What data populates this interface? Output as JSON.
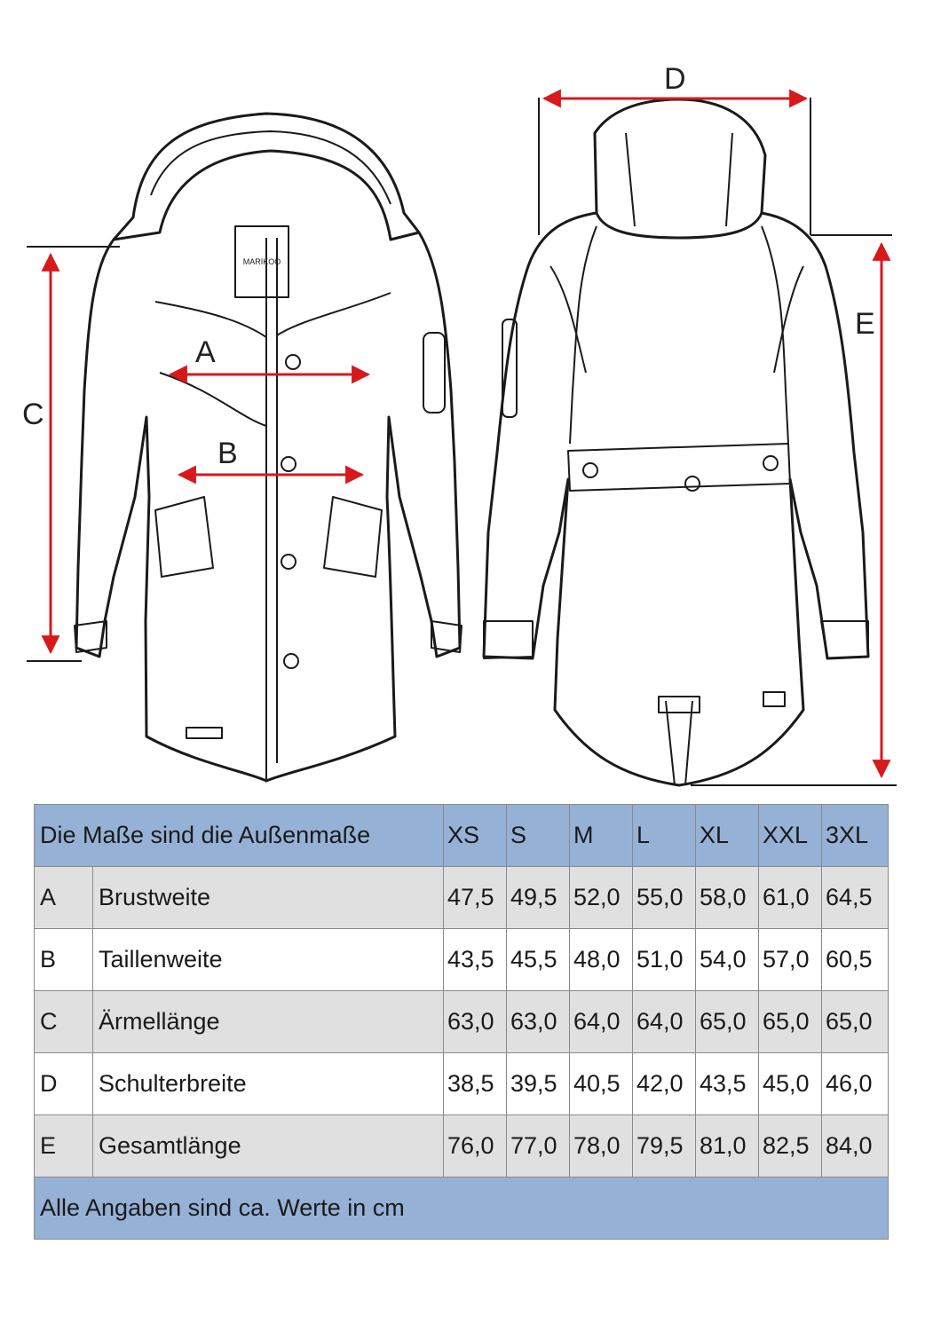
{
  "labels": {
    "a": "A",
    "b": "B",
    "c": "C",
    "d": "D",
    "e": "E"
  },
  "colors": {
    "arrow": "#d7191c",
    "header": "#96b1d6",
    "row_shade": "#e0e0e0",
    "line": "#1a1a1a"
  },
  "front_logo": "MARIKOO",
  "table": {
    "header_title": "Die Maße sind die Außenmaße",
    "sizes": [
      "XS",
      "S",
      "M",
      "L",
      "XL",
      "XXL",
      "3XL"
    ],
    "rows": [
      {
        "code": "A",
        "name": "Brustweite",
        "values": [
          "47,5",
          "49,5",
          "52,0",
          "55,0",
          "58,0",
          "61,0",
          "64,5"
        ]
      },
      {
        "code": "B",
        "name": "Taillenweite",
        "values": [
          "43,5",
          "45,5",
          "48,0",
          "51,0",
          "54,0",
          "57,0",
          "60,5"
        ]
      },
      {
        "code": "C",
        "name": "Ärmellänge",
        "values": [
          "63,0",
          "63,0",
          "64,0",
          "64,0",
          "65,0",
          "65,0",
          "65,0"
        ]
      },
      {
        "code": "D",
        "name": "Schulterbreite",
        "values": [
          "38,5",
          "39,5",
          "40,5",
          "42,0",
          "43,5",
          "45,0",
          "46,0"
        ]
      },
      {
        "code": "E",
        "name": "Gesamtlänge",
        "values": [
          "76,0",
          "77,0",
          "78,0",
          "79,5",
          "81,0",
          "82,5",
          "84,0"
        ]
      }
    ],
    "footer": "Alle Angaben sind ca. Werte in cm"
  }
}
